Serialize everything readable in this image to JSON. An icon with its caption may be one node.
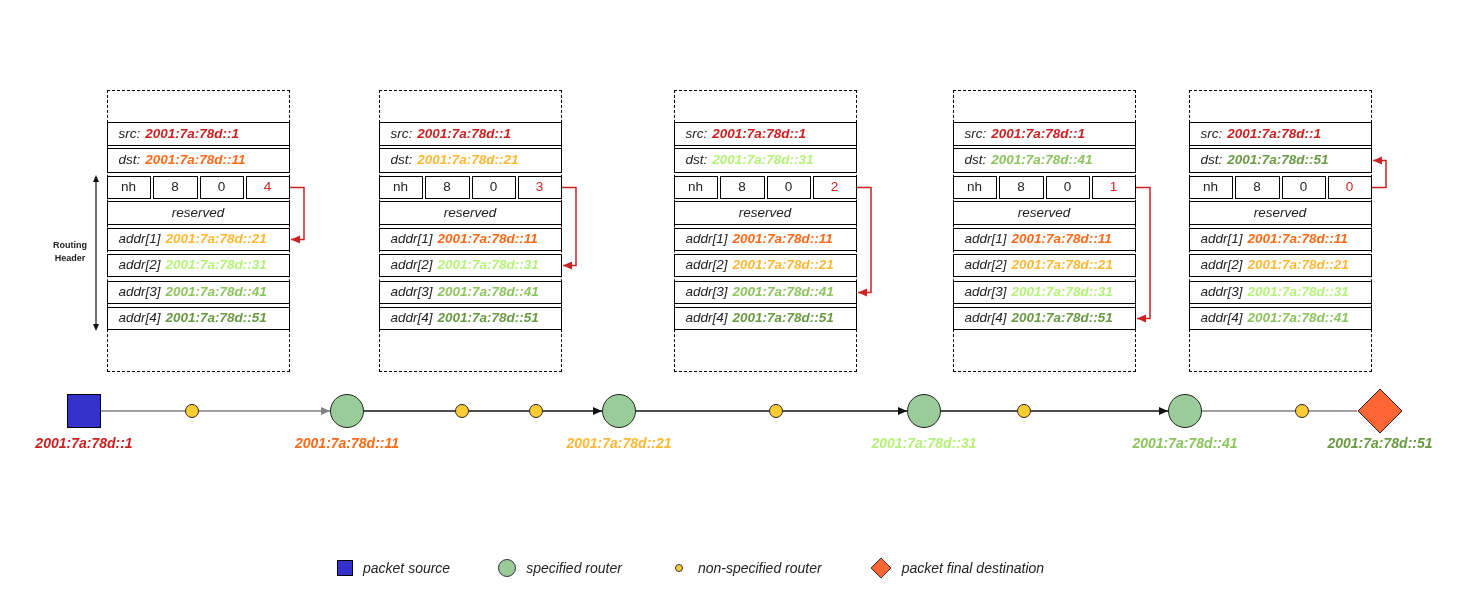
{
  "diagram": {
    "nodes": [
      {
        "text": [],
        "shape": "box"
      },
      {
        "text": [
          "src:",
          "2001:7a:78d::1"
        ],
        "in": 0
      },
      {
        "text": [
          "dst:",
          "2001:7a:78d::11"
        ],
        "in": 0
      },
      {
        "text": [
          "nh"
        ],
        "in": 0
      },
      {
        "text": [
          "8"
        ],
        "in": 0
      },
      {
        "text": [
          "0"
        ],
        "in": 0
      },
      {
        "text": [
          "4"
        ],
        "in": 0
      },
      {
        "text": [
          "reserved"
        ],
        "in": 0
      },
      {
        "text": [
          "addr[1]",
          "2001:7a:78d::21"
        ],
        "in": 0
      },
      {
        "text": [
          "addr[2]",
          "2001:7a:78d::31"
        ],
        "in": 0
      },
      {
        "text": [
          "addr[3]",
          "2001:7a:78d::41"
        ],
        "in": 0
      },
      {
        "text": [
          "addr[4]",
          "2001:7a:78d::51"
        ],
        "in": 0
      },
      {
        "text": [],
        "shape": "box"
      },
      {
        "text": [
          "src:",
          "2001:7a:78d::1"
        ],
        "in": 12
      },
      {
        "text": [
          "dst:",
          "2001:7a:78d::21"
        ],
        "in": 12
      },
      {
        "text": [
          "nh"
        ],
        "in": 12
      },
      {
        "text": [
          "8"
        ],
        "in": 12
      },
      {
        "text": [
          "0"
        ],
        "in": 12
      },
      {
        "text": [
          "3"
        ],
        "in": 12
      },
      {
        "text": [
          "reserved"
        ],
        "in": 12
      },
      {
        "text": [
          "addr[1]",
          "2001:7a:78d::11"
        ],
        "in": 12
      },
      {
        "text": [
          "addr[2]",
          "2001:7a:78d::31"
        ],
        "in": 12
      },
      {
        "text": [
          "addr[3]",
          "2001:7a:78d::41"
        ],
        "in": 12
      },
      {
        "text": [
          "addr[4]",
          "2001:7a:78d::51"
        ],
        "in": 12
      },
      {
        "text": [],
        "shape": "box"
      },
      {
        "text": [
          "src:",
          "2001:7a:78d::1"
        ],
        "in": 24
      },
      {
        "text": [
          "dst:",
          "2001:7a:78d::31"
        ],
        "in": 24
      },
      {
        "text": [
          "nh"
        ],
        "in": 24
      },
      {
        "text": [
          "8"
        ],
        "in": 24
      },
      {
        "text": [
          "0"
        ],
        "in": 24
      },
      {
        "text": [
          "2"
        ],
        "in": 24
      },
      {
        "text": [
          "reserved"
        ],
        "in": 24
      },
      {
        "text": [
          "addr[1]",
          "2001:7a:78d::11"
        ],
        "in": 24
      },
      {
        "text": [
          "addr[2]",
          "2001:7a:78d::21"
        ],
        "in": 24
      },
      {
        "text": [
          "addr[3]",
          "2001:7a:78d::41"
        ],
        "in": 24
      },
      {
        "text": [
          "addr[4]",
          "2001:7a:78d::51"
        ],
        "in": 24
      },
      {
        "text": [],
        "shape": "box"
      },
      {
        "text": [
          "src:",
          "2001:7a:78d::1"
        ],
        "in": 36
      },
      {
        "text": [
          "dst:",
          "2001:7a:78d::41"
        ],
        "in": 36
      },
      {
        "text": [
          "nh"
        ],
        "in": 36
      },
      {
        "text": [
          "8"
        ],
        "in": 36
      },
      {
        "text": [
          "0"
        ],
        "in": 36
      },
      {
        "text": [
          "1"
        ],
        "in": 36
      },
      {
        "text": [
          "reserved"
        ],
        "in": 36
      },
      {
        "text": [
          "addr[1]",
          "2001:7a:78d::11"
        ],
        "in": 36
      },
      {
        "text": [
          "addr[2]",
          "2001:7a:78d::21"
        ],
        "in": 36
      },
      {
        "text": [
          "addr[3]",
          "2001:7a:78d::31"
        ],
        "in": 36
      },
      {
        "text": [
          "addr[4]",
          "2001:7a:78d::51"
        ],
        "in": 36
      },
      {
        "text": [],
        "shape": "box"
      },
      {
        "text": [
          "src:",
          "2001:7a:78d::1"
        ],
        "in": 48
      },
      {
        "text": [
          "dst:",
          "2001:7a:78d::51"
        ],
        "in": 48
      },
      {
        "text": [
          "nh"
        ],
        "in": 48
      },
      {
        "text": [
          "8"
        ],
        "in": 48
      },
      {
        "text": [
          "0"
        ],
        "in": 48
      },
      {
        "text": [
          "0"
        ],
        "in": 48
      },
      {
        "text": [
          "reserved"
        ],
        "in": 48
      },
      {
        "text": [
          "addr[1]",
          "2001:7a:78d::11"
        ],
        "in": 48
      },
      {
        "text": [
          "addr[2]",
          "2001:7a:78d::21"
        ],
        "in": 48
      },
      {
        "text": [
          "addr[3]",
          "2001:7a:78d::31"
        ],
        "in": 48
      },
      {
        "text": [
          "addr[4]",
          "2001:7a:78d::41"
        ],
        "in": 48
      },
      {
        "text": [],
        "shape": "box",
        "beside": [
          "2001:7a:78d::1"
        ]
      },
      {
        "text": [],
        "shape": "circle"
      },
      {
        "text": [],
        "shape": "circle",
        "beside": [
          "2001:7a:78d::11"
        ]
      },
      {
        "text": [],
        "shape": "circle"
      },
      {
        "text": [],
        "shape": "circle"
      },
      {
        "text": [],
        "shape": "circle",
        "beside": [
          "2001:7a:78d::21"
        ]
      },
      {
        "text": [],
        "shape": "circle"
      },
      {
        "text": [],
        "shape": "circle",
        "beside": [
          "2001:7a:78d::31"
        ]
      },
      {
        "text": [],
        "shape": "circle"
      },
      {
        "text": [],
        "shape": "circle",
        "beside": [
          "2001:7a:78d::41"
        ]
      },
      {
        "text": [],
        "shape": "circle"
      },
      {
        "text": [],
        "shape": "diamond",
        "beside": [
          "2001:7a:78d::51"
        ]
      }
    ],
    "edges": [
      {
        "from": 60,
        "to": 61,
        "arrow": "none",
        "color": "#808080"
      },
      {
        "from": 61,
        "to": 62,
        "arrow": "to",
        "color": "#808080"
      },
      {
        "from": 62,
        "to": 63,
        "arrow": "none"
      },
      {
        "from": 63,
        "to": 64,
        "arrow": "none"
      },
      {
        "from": 64,
        "to": 65,
        "arrow": "to"
      },
      {
        "from": 65,
        "to": 66,
        "arrow": "none"
      },
      {
        "from": 66,
        "to": 67,
        "arrow": "to"
      },
      {
        "from": 67,
        "to": 68,
        "arrow": "none"
      },
      {
        "from": 68,
        "to": 69,
        "arrow": "to"
      },
      {
        "from": 69,
        "to": 70,
        "arrow": "none",
        "color": "#808080"
      },
      {
        "from": 70,
        "to": 71,
        "arrow": "none",
        "color": "#808080"
      },
      {
        "from": 6,
        "to": 8,
        "arrow": "to",
        "color": "#cc2222"
      },
      {
        "from": 18,
        "to": 21,
        "arrow": "to",
        "color": "#cc2222"
      },
      {
        "from": 30,
        "to": 34,
        "arrow": "to",
        "color": "#cc2222"
      },
      {
        "from": 42,
        "to": 47,
        "arrow": "to",
        "color": "#cc2222"
      },
      {
        "from": 54,
        "to": 50,
        "arrow": "to",
        "color": "#cc2222"
      }
    ],
    "labels": [
      "Routing Header"
    ],
    "legend": [
      {
        "text": "packet source",
        "color": "#3333cc"
      },
      {
        "text": "specified router",
        "color": "#99cc99"
      },
      {
        "text": "non-specified router",
        "color": "#ffcc33"
      },
      {
        "text": "packet final destination",
        "color": "#ff6633"
      }
    ]
  }
}
